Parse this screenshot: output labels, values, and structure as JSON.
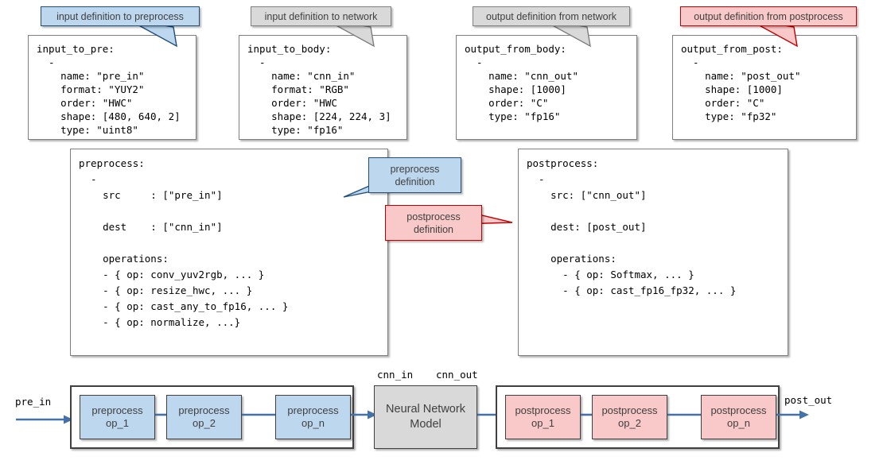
{
  "colors": {
    "blue_fill": "#bdd7ee",
    "blue_stroke": "#1f4e79",
    "gray_fill": "#d9d9d9",
    "gray_stroke": "#7f7f7f",
    "pink_fill": "#f9c8c8",
    "pink_stroke": "#c00000",
    "box_stroke": "#404040",
    "arrow": "#4472a8"
  },
  "callouts": {
    "input_to_pre": "input definition to preprocess",
    "input_to_body": "input definition to network",
    "output_from_body": "output definition from network",
    "output_from_post": "output definition from postprocess",
    "preprocess_def_line1": "preprocess",
    "preprocess_def_line2": "definition",
    "postprocess_def_line1": "postprocess",
    "postprocess_def_line2": "definition"
  },
  "spec_boxes": {
    "input_to_pre": "input_to_pre:\n  -\n    name: \"pre_in\"\n    format: \"YUY2\"\n    order: \"HWC\"\n    shape: [480, 640, 2]\n    type: \"uint8\"",
    "input_to_body": "input_to_body:\n  -\n    name: \"cnn_in\"\n    format: \"RGB\"\n    order: \"HWC\n    shape: [224, 224, 3]\n    type: \"fp16\"",
    "output_from_body": "output_from_body:\n  -\n    name: \"cnn_out\"\n    shape: [1000]\n    order: \"C\"\n    type: \"fp16\"",
    "output_from_post": "output_from_post:\n  -\n    name: \"post_out\"\n    shape: [1000]\n    order: \"C\"\n    type: \"fp32\"",
    "preprocess": "preprocess:\n  -\n    src     : [\"pre_in\"]\n\n    dest    : [\"cnn_in\"]\n\n    operations:\n    - { op: conv_yuv2rgb, ... }\n    - { op: resize_hwc, ... }\n    - { op: cast_any_to_fp16, ... }\n    - { op: normalize, ...}",
    "postprocess": "postprocess:\n  -\n    src: [\"cnn_out\"]\n\n    dest: [post_out]\n\n    operations:\n      - { op: Softmax, ... }\n      - { op: cast_fp16_fp32, ... }"
  },
  "pipeline": {
    "input_label": "pre_in",
    "output_label": "post_out",
    "model_in_label": "cnn_in",
    "model_out_label": "cnn_out",
    "model_line1": "Neural Network",
    "model_line2": "Model",
    "preprocess_ops": [
      {
        "line1": "preprocess",
        "line2": "op_1"
      },
      {
        "line1": "preprocess",
        "line2": "op_2"
      },
      {
        "line1": "preprocess",
        "line2": "op_n"
      }
    ],
    "postprocess_ops": [
      {
        "line1": "postprocess",
        "line2": "op_1"
      },
      {
        "line1": "postprocess",
        "line2": "op_2"
      },
      {
        "line1": "postprocess",
        "line2": "op_n"
      }
    ]
  }
}
